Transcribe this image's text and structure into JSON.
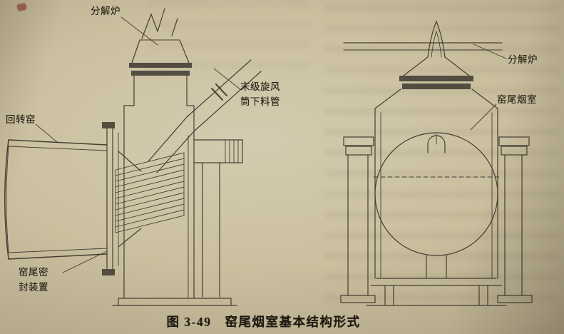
{
  "figure": {
    "caption": "图 3-49　窑尾烟室基本结构形式",
    "left": {
      "calciner_label": "分解炉",
      "rotary_kiln_label": "回转窑",
      "cyclone_downpipe_label": "末级旋风筒下料管",
      "seal_device_label": "窑尾密封装置"
    },
    "right": {
      "calciner_label": "分解炉",
      "smoke_chamber_label": "窑尾烟室"
    }
  }
}
